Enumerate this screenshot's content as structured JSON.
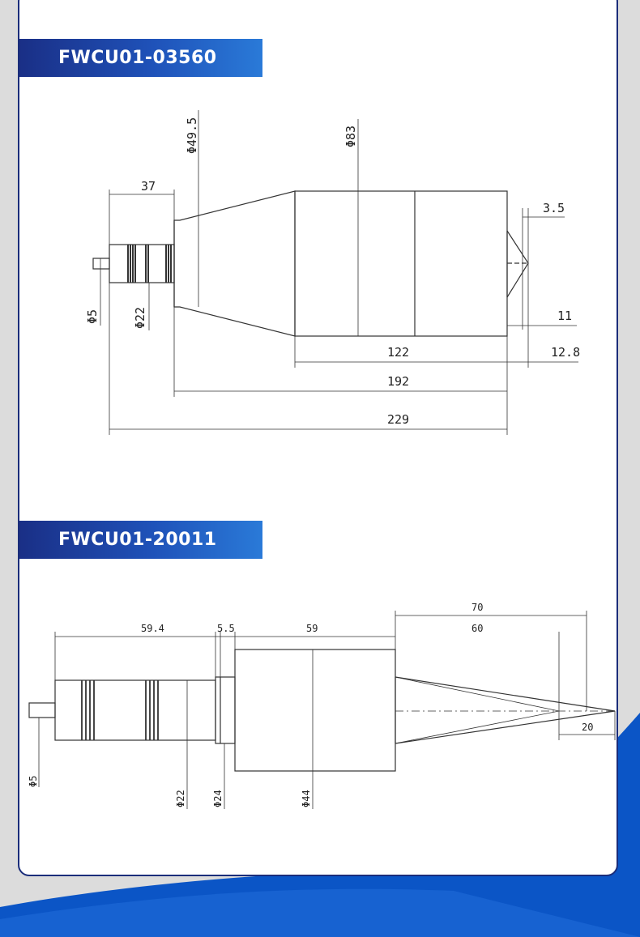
{
  "colors": {
    "accent_dark": "#1a2f86",
    "accent_light": "#2a7ad8",
    "swoosh": "#0b55c6",
    "background": "#dcdcdc",
    "card": "#ffffff"
  },
  "sections": [
    {
      "title": "FWCU01-03560",
      "dims": {
        "d_shoulder": "Φ49.5",
        "d_body": "Φ83",
        "l_shank": "37",
        "l_point": "3.5",
        "l_point_base": "11",
        "l_body": "122",
        "l_tip": "12.8",
        "l_main": "192",
        "l_total": "229",
        "d_pin": "Φ5",
        "d_shank": "Φ22"
      }
    },
    {
      "title": "FWCU01-20011",
      "dims": {
        "l_shank": "59.4",
        "l_collar": "5.5",
        "l_body": "59",
        "l_cone_total": "70",
        "l_cone": "60",
        "l_tip": "20",
        "d_pin": "Φ5",
        "d_shank": "Φ22",
        "d_collar": "Φ24",
        "d_body": "Φ44"
      }
    }
  ]
}
